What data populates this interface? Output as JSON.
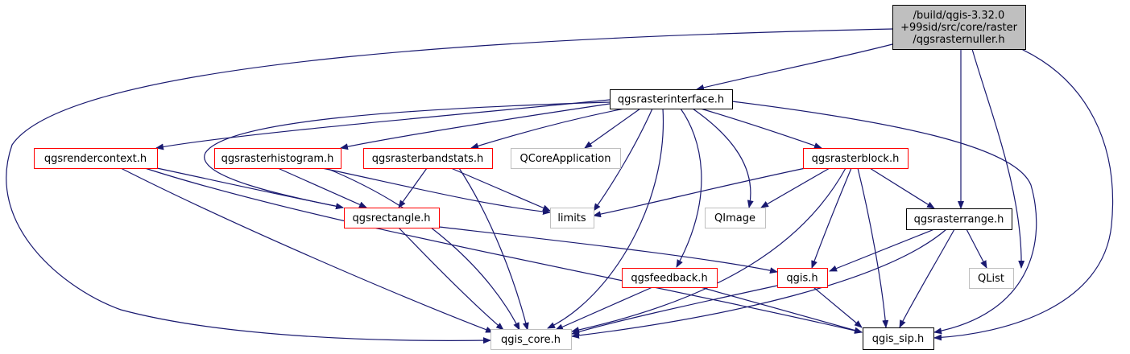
{
  "colors": {
    "edge": "#191970",
    "root_fill": "#bfbfbf",
    "root_border": "#000000",
    "node_fill": "#ffffff",
    "border_red": "#ff0000",
    "border_black": "#000000",
    "border_gray": "#bfbfbf"
  },
  "nodes": {
    "root": {
      "lines": [
        "/build/qgis-3.32.0",
        "+99sid/src/core/raster",
        "/qgsrasternuller.h"
      ],
      "style": "root"
    },
    "qgsrasterinterface": {
      "lines": [
        "qgsrasterinterface.h"
      ],
      "style": "black"
    },
    "qgsrendercontext": {
      "lines": [
        "qgsrendercontext.h"
      ],
      "style": "red"
    },
    "qgsrasterhistogram": {
      "lines": [
        "qgsrasterhistogram.h"
      ],
      "style": "red"
    },
    "qgsrasterbandstats": {
      "lines": [
        "qgsrasterbandstats.h"
      ],
      "style": "red"
    },
    "qcoreapplication": {
      "lines": [
        "QCoreApplication"
      ],
      "style": "gray"
    },
    "qgsrasterblock": {
      "lines": [
        "qgsrasterblock.h"
      ],
      "style": "red"
    },
    "qgsrectangle": {
      "lines": [
        "qgsrectangle.h"
      ],
      "style": "red"
    },
    "limits": {
      "lines": [
        "limits"
      ],
      "style": "gray"
    },
    "qimage": {
      "lines": [
        "QImage"
      ],
      "style": "gray"
    },
    "qgsrasterrange": {
      "lines": [
        "qgsrasterrange.h"
      ],
      "style": "black"
    },
    "qgsfeedback": {
      "lines": [
        "qgsfeedback.h"
      ],
      "style": "red"
    },
    "qgis": {
      "lines": [
        "qgis.h"
      ],
      "style": "red"
    },
    "qlist": {
      "lines": [
        "QList"
      ],
      "style": "gray"
    },
    "qgis_core": {
      "lines": [
        "qgis_core.h"
      ],
      "style": "gray"
    },
    "qgis_sip": {
      "lines": [
        "qgis_sip.h"
      ],
      "style": "black"
    }
  },
  "edges": [
    [
      "root",
      "qgsrasterinterface"
    ],
    [
      "root",
      "qgis_core"
    ],
    [
      "root",
      "qgsrasterrange"
    ],
    [
      "root",
      "qlist"
    ],
    [
      "root",
      "qgis_sip"
    ],
    [
      "qgsrasterinterface",
      "qgsrendercontext"
    ],
    [
      "qgsrasterinterface",
      "qgsrasterhistogram"
    ],
    [
      "qgsrasterinterface",
      "qgsrasterbandstats"
    ],
    [
      "qgsrasterinterface",
      "qcoreapplication"
    ],
    [
      "qgsrasterinterface",
      "qgsrasterblock"
    ],
    [
      "qgsrasterinterface",
      "qgsrectangle"
    ],
    [
      "qgsrasterinterface",
      "limits"
    ],
    [
      "qgsrasterinterface",
      "qimage"
    ],
    [
      "qgsrasterinterface",
      "qgsfeedback"
    ],
    [
      "qgsrasterinterface",
      "qgis_core"
    ],
    [
      "qgsrasterinterface",
      "qgis_sip"
    ],
    [
      "qgsrendercontext",
      "qgsrectangle"
    ],
    [
      "qgsrendercontext",
      "qgis_core"
    ],
    [
      "qgsrendercontext",
      "qgis_sip"
    ],
    [
      "qgsrasterhistogram",
      "qgsrectangle"
    ],
    [
      "qgsrasterhistogram",
      "limits"
    ],
    [
      "qgsrasterhistogram",
      "qgis_core"
    ],
    [
      "qgsrasterbandstats",
      "qgsrectangle"
    ],
    [
      "qgsrasterbandstats",
      "limits"
    ],
    [
      "qgsrasterbandstats",
      "qgis_core"
    ],
    [
      "qgsrasterblock",
      "limits"
    ],
    [
      "qgsrasterblock",
      "qimage"
    ],
    [
      "qgsrasterblock",
      "qgsrasterrange"
    ],
    [
      "qgsrasterblock",
      "qgis"
    ],
    [
      "qgsrasterblock",
      "qgis_core"
    ],
    [
      "qgsrasterblock",
      "qgis_sip"
    ],
    [
      "qgsrectangle",
      "qgis"
    ],
    [
      "qgsrectangle",
      "qgis_core"
    ],
    [
      "qgsrasterrange",
      "qgis"
    ],
    [
      "qgsrasterrange",
      "qlist"
    ],
    [
      "qgsrasterrange",
      "qgis_core"
    ],
    [
      "qgsrasterrange",
      "qgis_sip"
    ],
    [
      "qgsfeedback",
      "qgis_core"
    ],
    [
      "qgsfeedback",
      "qgis_sip"
    ],
    [
      "qgis",
      "qgis_core"
    ],
    [
      "qgis",
      "qgis_sip"
    ]
  ]
}
